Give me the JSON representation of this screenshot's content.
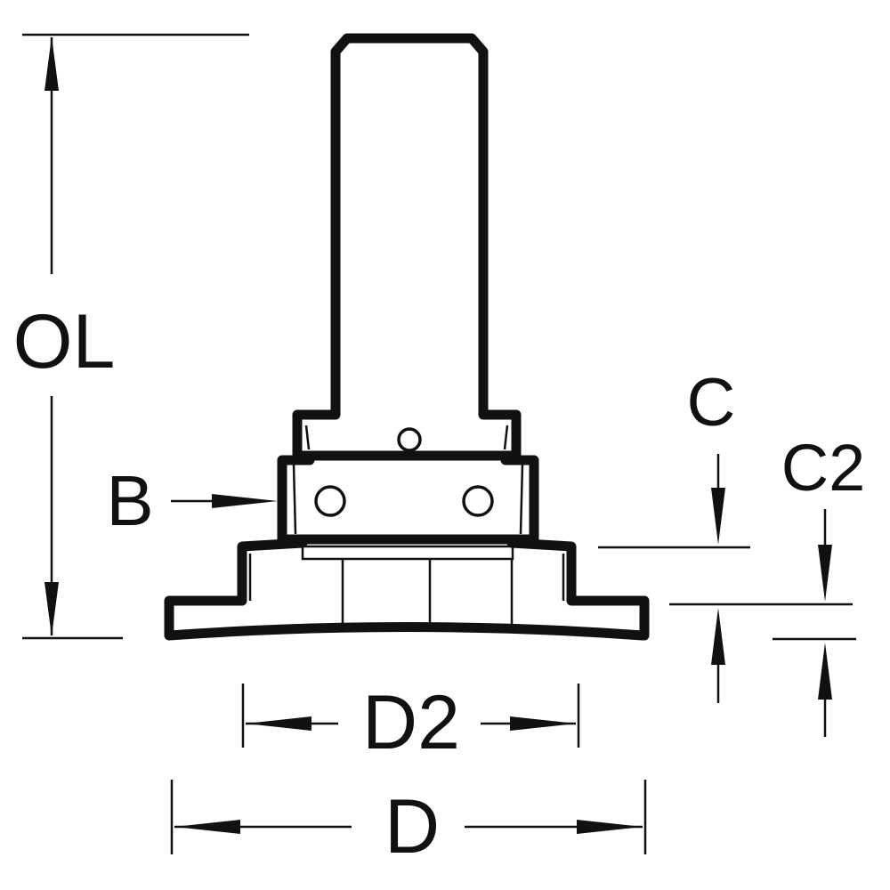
{
  "labels": {
    "overall_length": "OL",
    "bearing": "B",
    "cut_c": "C",
    "cut_c2": "C2",
    "diameter_d2": "D2",
    "diameter_d": "D"
  },
  "colors": {
    "ink": "#111111",
    "background": "#ffffff"
  }
}
